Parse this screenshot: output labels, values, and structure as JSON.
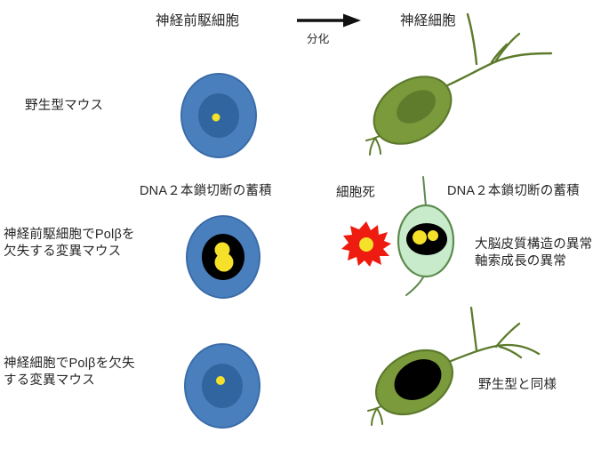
{
  "diagram": {
    "title_row": {
      "progenitor_label": "神経前駆細胞",
      "neuron_label": "神経細胞",
      "arrow_label": "分化",
      "arrow_icon": "right-arrow-icon"
    },
    "rows": [
      {
        "id": "wild-type",
        "left_label": "野生型マウス",
        "progenitor": {
          "icon": "neural-progenitor-cell-icon",
          "body_color": "#4a7fbe",
          "outline_color": "#3a6ca8",
          "nucleus_color": "#31659f",
          "dot_color": "#f5e12a",
          "nucleus_type": "plain"
        },
        "neuron": {
          "icon": "neuron-cell-icon",
          "body_color": "#7a9a3c",
          "outline_color": "#5d7a2c",
          "nucleus_color": "#5f7c2d",
          "nucleus_type": "normal"
        },
        "annotations": []
      },
      {
        "id": "progenitor-polb-knockout",
        "left_label": "神経前駆細胞でPolβを\n欠失する変異マウス",
        "progenitor": {
          "icon": "neural-progenitor-cell-icon",
          "body_color": "#4a7fbe",
          "outline_color": "#3a6ca8",
          "nucleus_color": "#000000",
          "dot_color": "#f5e12a",
          "nucleus_type": "damaged-blob"
        },
        "neuron": {
          "icon": "damaged-neuron-cell-icon",
          "body_color": "#c8eccb",
          "outline_color": "#5d8a4e",
          "nucleus_color": "#000000",
          "dot_color": "#f5e12a",
          "nucleus_type": "damaged-two-dots"
        },
        "cell_death": {
          "icon": "cell-death-burst-icon",
          "label": "細胞死",
          "burst_color": "#ee1c10",
          "core_color": "#f5e12a"
        },
        "annotations": [
          {
            "name": "dsb-accumulation-left",
            "text": "DNA２本鎖切断の蓄積"
          },
          {
            "name": "dsb-accumulation-right",
            "text": "DNA２本鎖切断の蓄積"
          },
          {
            "name": "phenotype-defects",
            "text": "大脳皮質構造の異常\n軸索成長の異常"
          }
        ]
      },
      {
        "id": "neuron-polb-knockout",
        "left_label": "神経細胞でPolβを欠失\nする変異マウス",
        "progenitor": {
          "icon": "neural-progenitor-cell-icon",
          "body_color": "#4a7fbe",
          "outline_color": "#3a6ca8",
          "nucleus_color": "#31659f",
          "dot_color": "#f5e12a",
          "nucleus_type": "plain"
        },
        "neuron": {
          "icon": "neuron-cell-icon",
          "body_color": "#7a9a3c",
          "outline_color": "#5d7a2c",
          "nucleus_color": "#000000",
          "nucleus_type": "black-large"
        },
        "annotations": [
          {
            "name": "same-as-wild-type",
            "text": "野生型と同様"
          }
        ]
      }
    ]
  }
}
